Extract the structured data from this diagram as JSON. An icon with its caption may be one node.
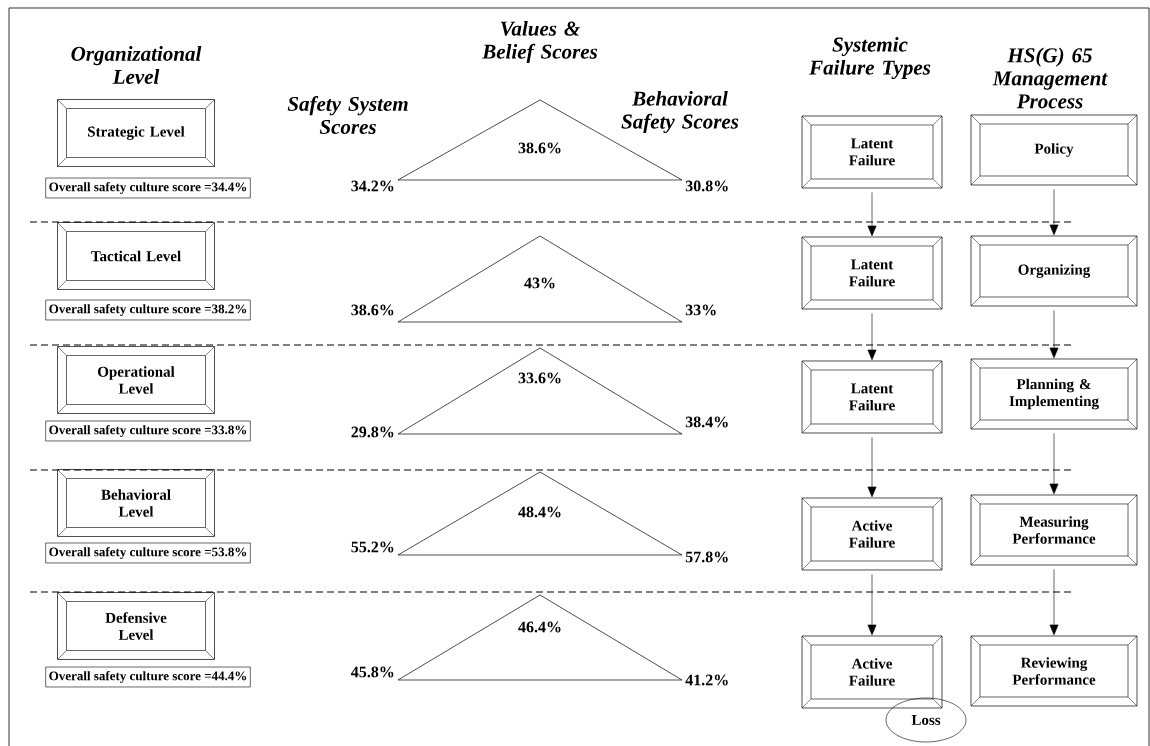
{
  "diagram": {
    "nodes": [
      {
        "text": [
          "Strategic Level"
        ]
      },
      {
        "text": [
          "Overall safety culture score =34.4%"
        ]
      },
      {
        "text": [
          "38.6%"
        ],
        "beside": [
          "34.2%",
          "30.8%"
        ]
      },
      {
        "text": [
          "Latent Failure"
        ]
      },
      {
        "text": [
          "Policy"
        ]
      },
      {
        "text": [
          "Tactical Level"
        ]
      },
      {
        "text": [
          "Overall safety culture score =38.2%"
        ]
      },
      {
        "text": [
          "43%"
        ],
        "beside": [
          "38.6%",
          "33%"
        ]
      },
      {
        "text": [
          "Latent Failure"
        ]
      },
      {
        "text": [
          "Organizing"
        ]
      },
      {
        "text": [
          "Operational Level"
        ]
      },
      {
        "text": [
          "Overall safety culture score =33.8%"
        ]
      },
      {
        "text": [
          "33.6%"
        ],
        "beside": [
          "29.8%",
          "38.4%"
        ]
      },
      {
        "text": [
          "Latent Failure"
        ]
      },
      {
        "text": [
          "Planning & Implementing"
        ]
      },
      {
        "text": [
          "Behavioral Level"
        ]
      },
      {
        "text": [
          "Overall safety culture score =53.8%"
        ]
      },
      {
        "text": [
          "48.4%"
        ],
        "beside": [
          "55.2%",
          "57.8%"
        ]
      },
      {
        "text": [
          "Active Failure"
        ]
      },
      {
        "text": [
          "Measuring Performance"
        ]
      },
      {
        "text": [
          "Defensive Level"
        ]
      },
      {
        "text": [
          "Overall safety culture score =44.4%"
        ]
      },
      {
        "text": [
          "46.4%"
        ],
        "beside": [
          "45.8%",
          "41.2%"
        ]
      },
      {
        "text": [
          "Active Failure"
        ]
      },
      {
        "text": [
          "Reviewing Performance"
        ]
      },
      {
        "text": [
          "Loss"
        ]
      }
    ],
    "edges": [
      {
        "from": 3,
        "to": 8,
        "arrow": "to"
      },
      {
        "from": 8,
        "to": 13,
        "arrow": "to"
      },
      {
        "from": 13,
        "to": 18,
        "arrow": "to"
      },
      {
        "from": 18,
        "to": 23,
        "arrow": "to"
      },
      {
        "from": 4,
        "to": 9,
        "arrow": "to"
      },
      {
        "from": 9,
        "to": 14,
        "arrow": "to"
      },
      {
        "from": 14,
        "to": 19,
        "arrow": "to"
      },
      {
        "from": 19,
        "to": 24,
        "arrow": "to"
      }
    ],
    "labels": [
      "Organizational Level",
      "Safety System Scores",
      "Values & Belief Scores",
      "Behavioral Safety Scores",
      "Systemic Failure Types",
      "HS(G) 65 Management Process"
    ]
  }
}
